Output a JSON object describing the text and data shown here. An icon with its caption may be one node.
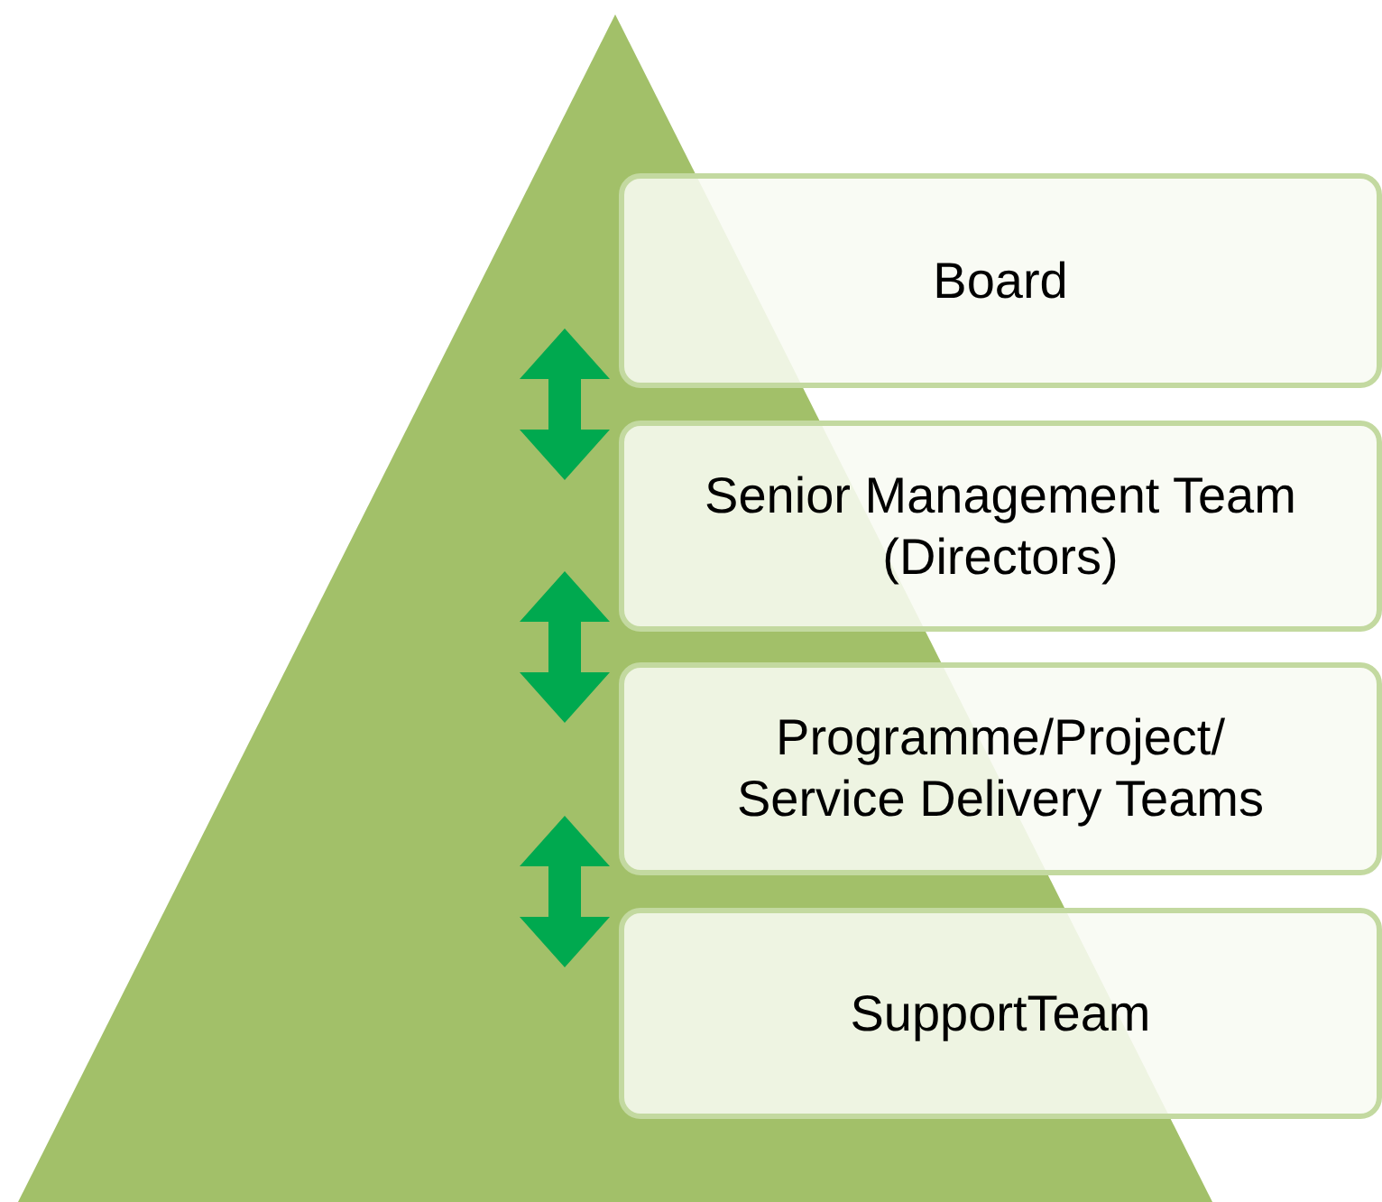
{
  "diagram": {
    "nodes": [
      {
        "text": [
          "Board"
        ]
      },
      {
        "text": [
          "Senior Management Team (Directors)"
        ]
      },
      {
        "text": [
          "Programme/Project/ Service Delivery Teams"
        ]
      },
      {
        "text": [
          "SupportTeam"
        ]
      }
    ],
    "edges": [
      {
        "from": 0,
        "to": 1,
        "arrow": "both"
      },
      {
        "from": 1,
        "to": 2,
        "arrow": "both"
      },
      {
        "from": 2,
        "to": 3,
        "arrow": "both"
      }
    ]
  }
}
